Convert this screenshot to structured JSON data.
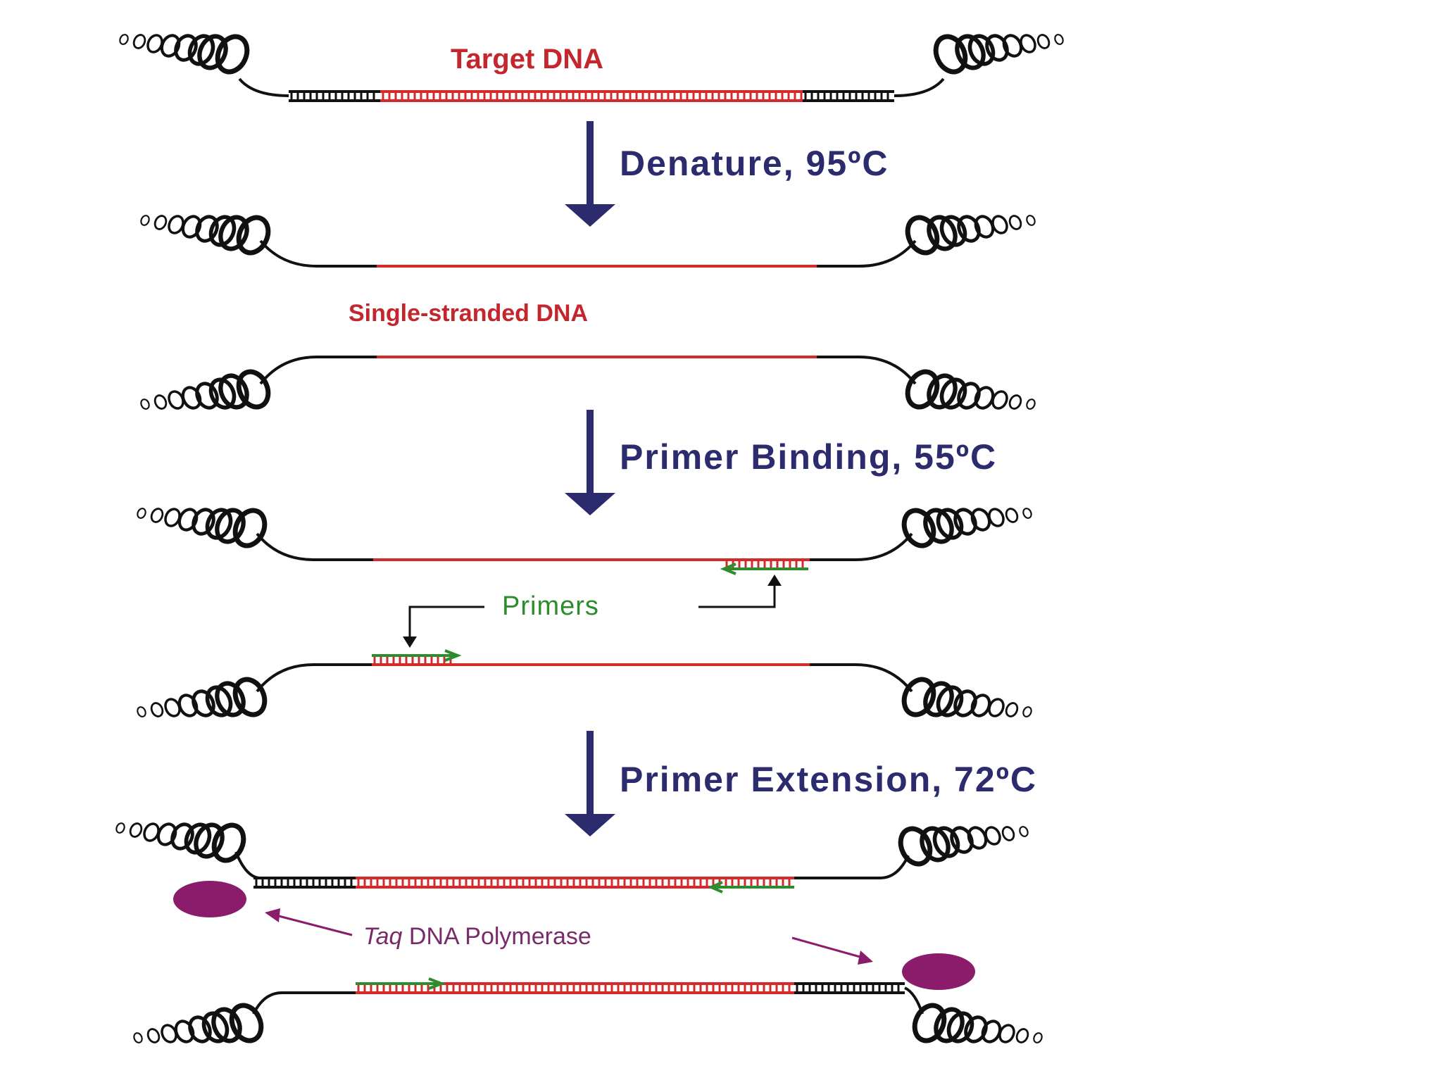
{
  "labels": {
    "target": "Target DNA",
    "single": "Single-stranded DNA",
    "primers": "Primers",
    "taq_italic": "Taq",
    "taq_rest": " DNA Polymerase"
  },
  "steps": [
    {
      "label": "Denature, 95ºC"
    },
    {
      "label": "Primer Binding, 55ºC"
    },
    {
      "label": "Primer Extension, 72ºC"
    }
  ],
  "colors": {
    "dna": "#111111",
    "target": "#d42a2a",
    "primer": "#2e8b2e",
    "arrow": "#2b2b6e",
    "polymerase": "#8a1c6b"
  }
}
